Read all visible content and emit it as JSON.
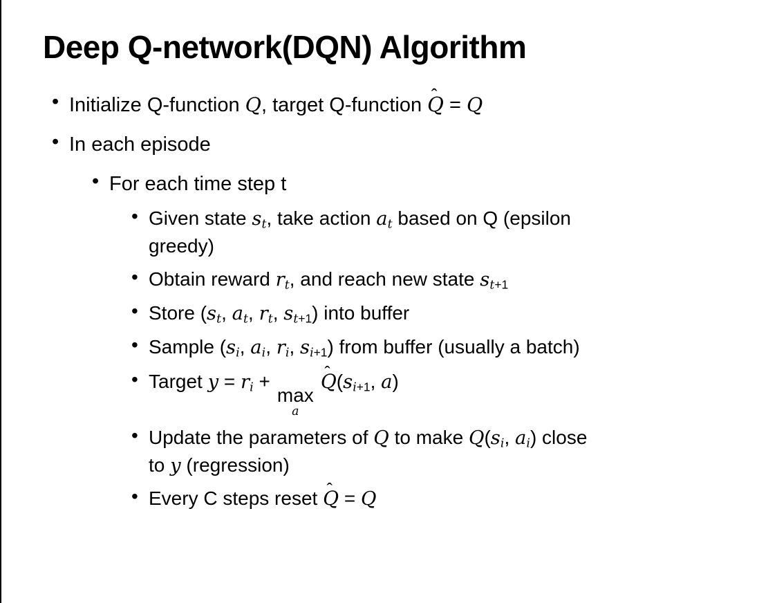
{
  "slide": {
    "title": "Deep Q-network(DQN) Algorithm",
    "background": "#ffffff",
    "text_color": "#000000",
    "left_edge_color": "#000000",
    "bullet_glyph": "•",
    "hat_glyph": "ˆ"
  },
  "bullets": [
    {
      "level": 1,
      "segments": [
        {
          "t": "Initialize Q-function "
        },
        {
          "v": "Q"
        },
        {
          "t": ", target Q-function "
        },
        {
          "hat": "Q"
        },
        {
          "t": " = "
        },
        {
          "v": "Q"
        }
      ]
    },
    {
      "level": 1,
      "segments": [
        {
          "t": "In each episode"
        }
      ]
    },
    {
      "level": 2,
      "segments": [
        {
          "t": "For each time step t"
        }
      ]
    },
    {
      "level": 3,
      "segments": [
        {
          "t": "Given state "
        },
        {
          "v": "s"
        },
        {
          "sub": "t"
        },
        {
          "t": ", take action "
        },
        {
          "v": "a"
        },
        {
          "sub": "t"
        },
        {
          "t": " based on Q (epsilon"
        },
        {
          "br": true
        },
        {
          "t": "greedy)"
        }
      ]
    },
    {
      "level": 3,
      "segments": [
        {
          "t": "Obtain reward "
        },
        {
          "v": "r"
        },
        {
          "sub": "t"
        },
        {
          "t": ", and reach new state "
        },
        {
          "v": "s"
        },
        {
          "sub": "t"
        },
        {
          "subn": "+1"
        }
      ]
    },
    {
      "level": 3,
      "segments": [
        {
          "t": "Store ("
        },
        {
          "v": "s"
        },
        {
          "sub": "t"
        },
        {
          "t": ", "
        },
        {
          "v": "a"
        },
        {
          "sub": "t"
        },
        {
          "t": ", "
        },
        {
          "v": "r"
        },
        {
          "sub": "t"
        },
        {
          "t": ", "
        },
        {
          "v": "s"
        },
        {
          "sub": "t"
        },
        {
          "subn": "+1"
        },
        {
          "t": ") into buffer"
        }
      ]
    },
    {
      "level": 3,
      "segments": [
        {
          "t": "Sample ("
        },
        {
          "v": "s"
        },
        {
          "sub": "i"
        },
        {
          "t": ", "
        },
        {
          "v": "a"
        },
        {
          "sub": "i"
        },
        {
          "t": ", "
        },
        {
          "v": "r"
        },
        {
          "sub": "i"
        },
        {
          "t": ", "
        },
        {
          "v": "s"
        },
        {
          "sub": "i"
        },
        {
          "subn": "+1"
        },
        {
          "t": ") from buffer (usually a batch)"
        }
      ]
    },
    {
      "level": 3,
      "segments": [
        {
          "t": "Target "
        },
        {
          "v": "y"
        },
        {
          "t": " = "
        },
        {
          "v": "r"
        },
        {
          "sub": "i"
        },
        {
          "t": " + "
        },
        {
          "under": {
            "top": "max",
            "bottom": "a"
          }
        },
        {
          "t": " "
        },
        {
          "hat": "Q"
        },
        {
          "t": "("
        },
        {
          "v": "s"
        },
        {
          "sub": "i"
        },
        {
          "subn": "+1"
        },
        {
          "t": ", "
        },
        {
          "v": "a"
        },
        {
          "t": ")"
        }
      ]
    },
    {
      "level": 3,
      "segments": [
        {
          "t": "Update the parameters of "
        },
        {
          "v": "Q"
        },
        {
          "t": " to make "
        },
        {
          "v": "Q"
        },
        {
          "t": "("
        },
        {
          "v": "s"
        },
        {
          "sub": "i"
        },
        {
          "t": ", "
        },
        {
          "v": "a"
        },
        {
          "sub": "i"
        },
        {
          "t": ") close"
        },
        {
          "br": true
        },
        {
          "t": "to "
        },
        {
          "v": "y"
        },
        {
          "t": " (regression)"
        }
      ]
    },
    {
      "level": 3,
      "segments": [
        {
          "t": "Every C steps reset "
        },
        {
          "hat": "Q"
        },
        {
          "t": " = "
        },
        {
          "v": "Q"
        }
      ]
    }
  ]
}
